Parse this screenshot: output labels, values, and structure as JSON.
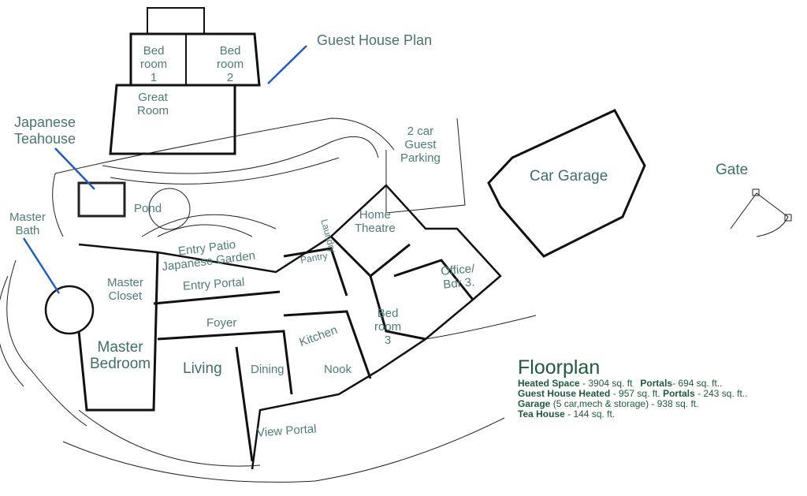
{
  "callouts": {
    "guest_house_plan": "Guest House Plan",
    "japanese_teahouse": [
      "Japanese",
      "Teahouse"
    ],
    "master_bath": [
      "Master",
      "Bath"
    ],
    "gate": "Gate"
  },
  "rooms": {
    "bedroom_1": [
      "Bed",
      "room",
      "1"
    ],
    "bedroom_2": [
      "Bed",
      "room",
      "2"
    ],
    "great_room": [
      "Great",
      "Room"
    ],
    "guest_parking": [
      "2 car",
      "Guest",
      "Parking"
    ],
    "car_garage": "Car Garage",
    "pond": "Pond",
    "home_theatre": [
      "Home",
      "Theatre"
    ],
    "laundry": "Laundry",
    "pantry": "Pantry",
    "entry_patio": [
      "Entry Patio",
      "Japanese Garden"
    ],
    "entry_portal": "Entry Portal",
    "master_closet": [
      "Master",
      "Closet"
    ],
    "office": [
      "Office/",
      "Bdr 3."
    ],
    "foyer": "Foyer",
    "kitchen": "Kitchen",
    "bedroom_3": [
      "Bed",
      "room",
      "3"
    ],
    "master_bedroom": [
      "Master",
      "Bedroom"
    ],
    "living": "Living",
    "dining": "Dining",
    "nook": "Nook",
    "view_portal": "View Portal"
  },
  "legend": {
    "title": "Floorplan",
    "rows": [
      {
        "k1": "Heated Space",
        "v1": " - 3904 sq. ft",
        "k2": "Portals",
        "v2": "- 694 sq. ft.."
      },
      {
        "k1": "Guest House Heated",
        "v1": " - 957 sq. ft. ",
        "k2": "Portals",
        "v2": " - 243 sq. ft.."
      },
      {
        "k1": "Garage",
        "v1": " (5 car,mech & storage) - 938 sq. ft."
      },
      {
        "k1": "Tea House",
        "v1": " - 144 sq. ft."
      }
    ]
  },
  "colors": {
    "label": "#4e7c78",
    "callout_line": "#1f5fb8",
    "legend": "#1f5a3a",
    "wall": "#111111"
  }
}
